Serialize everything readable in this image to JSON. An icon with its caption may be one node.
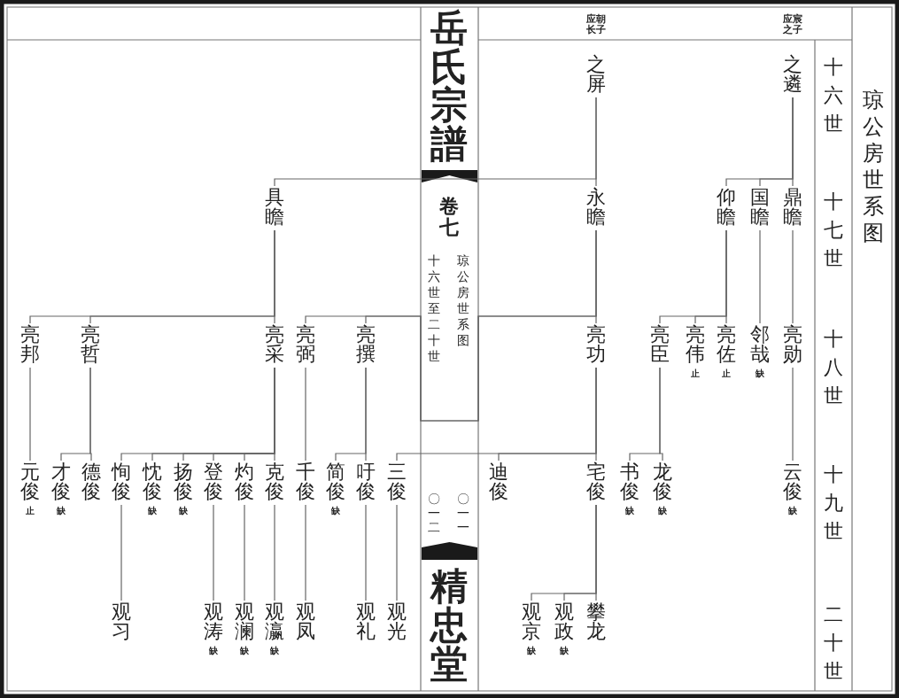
{
  "diagram": {
    "title": "岳氏宗譜",
    "nodes": [
      {
        "text": [
          "之遴"
        ],
        "beside": [
          "应宸之子"
        ]
      },
      {
        "text": [
          "之屏"
        ],
        "beside": [
          "应朝长子"
        ]
      },
      {
        "text": [
          "鼎瞻"
        ]
      },
      {
        "text": [
          "国瞻"
        ]
      },
      {
        "text": [
          "仰瞻"
        ]
      },
      {
        "text": [
          "永瞻"
        ]
      },
      {
        "text": [
          "具瞻"
        ]
      },
      {
        "text": [
          "亮勋"
        ]
      },
      {
        "text": [
          "邻哉"
        ],
        "beside": [
          "缺"
        ]
      },
      {
        "text": [
          "亮佐"
        ],
        "beside": [
          "止"
        ]
      },
      {
        "text": [
          "亮伟"
        ],
        "beside": [
          "止"
        ]
      },
      {
        "text": [
          "亮臣"
        ]
      },
      {
        "text": [
          "亮功"
        ]
      },
      {
        "text": [
          "亮撰"
        ]
      },
      {
        "text": [
          "亮弼"
        ]
      },
      {
        "text": [
          "亮采"
        ]
      },
      {
        "text": [
          "亮哲"
        ]
      },
      {
        "text": [
          "亮邦"
        ]
      },
      {
        "text": [
          "云俊"
        ],
        "beside": [
          "缺"
        ]
      },
      {
        "text": [
          "龙俊"
        ],
        "beside": [
          "缺"
        ]
      },
      {
        "text": [
          "书俊"
        ],
        "beside": [
          "缺"
        ]
      },
      {
        "text": [
          "宅俊"
        ]
      },
      {
        "text": [
          "迪俊"
        ]
      },
      {
        "text": [
          "三俊"
        ]
      },
      {
        "text": [
          "吁俊"
        ]
      },
      {
        "text": [
          "简俊"
        ],
        "beside": [
          "缺"
        ]
      },
      {
        "text": [
          "千俊"
        ]
      },
      {
        "text": [
          "克俊"
        ]
      },
      {
        "text": [
          "灼俊"
        ]
      },
      {
        "text": [
          "登俊"
        ]
      },
      {
        "text": [
          "扬俊"
        ],
        "beside": [
          "缺"
        ]
      },
      {
        "text": [
          "忱俊"
        ],
        "beside": [
          "缺"
        ]
      },
      {
        "text": [
          "恂俊"
        ]
      },
      {
        "text": [
          "德俊"
        ]
      },
      {
        "text": [
          "才俊"
        ],
        "beside": [
          "缺"
        ]
      },
      {
        "text": [
          "元俊"
        ],
        "beside": [
          "止"
        ]
      },
      {
        "text": [
          "攀龙"
        ]
      },
      {
        "text": [
          "观政"
        ],
        "beside": [
          "缺"
        ]
      },
      {
        "text": [
          "观京"
        ],
        "beside": [
          "缺"
        ]
      },
      {
        "text": [
          "观光"
        ]
      },
      {
        "text": [
          "观礼"
        ]
      },
      {
        "text": [
          "观凤"
        ]
      },
      {
        "text": [
          "观瀛"
        ],
        "beside": [
          "缺"
        ]
      },
      {
        "text": [
          "观澜"
        ],
        "beside": [
          "缺"
        ]
      },
      {
        "text": [
          "观涛"
        ],
        "beside": [
          "缺"
        ]
      },
      {
        "text": [
          "观习"
        ]
      }
    ],
    "edges": [
      {
        "from": 0,
        "to": 2,
        "arrow": "none"
      },
      {
        "from": 0,
        "to": 3,
        "arrow": "none"
      },
      {
        "from": 0,
        "to": 4,
        "arrow": "none"
      },
      {
        "from": 1,
        "to": 5,
        "arrow": "none"
      },
      {
        "from": 1,
        "to": 6,
        "arrow": "none"
      },
      {
        "from": 2,
        "to": 7,
        "arrow": "none"
      },
      {
        "from": 3,
        "to": 8,
        "arrow": "none"
      },
      {
        "from": 4,
        "to": 9,
        "arrow": "none"
      },
      {
        "from": 4,
        "to": 10,
        "arrow": "none"
      },
      {
        "from": 4,
        "to": 11,
        "arrow": "none"
      },
      {
        "from": 5,
        "to": 12,
        "arrow": "none"
      },
      {
        "from": 5,
        "to": 13,
        "arrow": "none"
      },
      {
        "from": 5,
        "to": 14,
        "arrow": "none"
      },
      {
        "from": 6,
        "to": 15,
        "arrow": "none"
      },
      {
        "from": 6,
        "to": 16,
        "arrow": "none"
      },
      {
        "from": 6,
        "to": 17,
        "arrow": "none"
      },
      {
        "from": 7,
        "to": 18,
        "arrow": "none"
      },
      {
        "from": 11,
        "to": 19,
        "arrow": "none"
      },
      {
        "from": 11,
        "to": 20,
        "arrow": "none"
      },
      {
        "from": 12,
        "to": 21,
        "arrow": "none"
      },
      {
        "from": 12,
        "to": 22,
        "arrow": "none"
      },
      {
        "from": 12,
        "to": 23,
        "arrow": "none"
      },
      {
        "from": 13,
        "to": 24,
        "arrow": "none"
      },
      {
        "from": 13,
        "to": 25,
        "arrow": "none"
      },
      {
        "from": 14,
        "to": 26,
        "arrow": "none"
      },
      {
        "from": 15,
        "to": 27,
        "arrow": "none"
      },
      {
        "from": 15,
        "to": 28,
        "arrow": "none"
      },
      {
        "from": 15,
        "to": 29,
        "arrow": "none"
      },
      {
        "from": 15,
        "to": 30,
        "arrow": "none"
      },
      {
        "from": 15,
        "to": 31,
        "arrow": "none"
      },
      {
        "from": 15,
        "to": 32,
        "arrow": "none"
      },
      {
        "from": 16,
        "to": 33,
        "arrow": "none"
      },
      {
        "from": 16,
        "to": 34,
        "arrow": "none"
      },
      {
        "from": 17,
        "to": 35,
        "arrow": "none"
      },
      {
        "from": 21,
        "to": 36,
        "arrow": "none"
      },
      {
        "from": 21,
        "to": 37,
        "arrow": "none"
      },
      {
        "from": 21,
        "to": 38,
        "arrow": "none"
      },
      {
        "from": 23,
        "to": 39,
        "arrow": "none"
      },
      {
        "from": 24,
        "to": 40,
        "arrow": "none"
      },
      {
        "from": 26,
        "to": 41,
        "arrow": "none"
      },
      {
        "from": 27,
        "to": 42,
        "arrow": "none"
      },
      {
        "from": 28,
        "to": 43,
        "arrow": "none"
      },
      {
        "from": 29,
        "to": 44,
        "arrow": "none"
      },
      {
        "from": 32,
        "to": 45,
        "arrow": "none"
      }
    ],
    "labels": [
      "琼公房世系图",
      "十六世",
      "十七世",
      "十八世",
      "十九世",
      "二十世",
      "卷七",
      "琼公房世系图",
      "十六世至二十世",
      "〇一一",
      "〇一二",
      "精忠堂"
    ]
  }
}
